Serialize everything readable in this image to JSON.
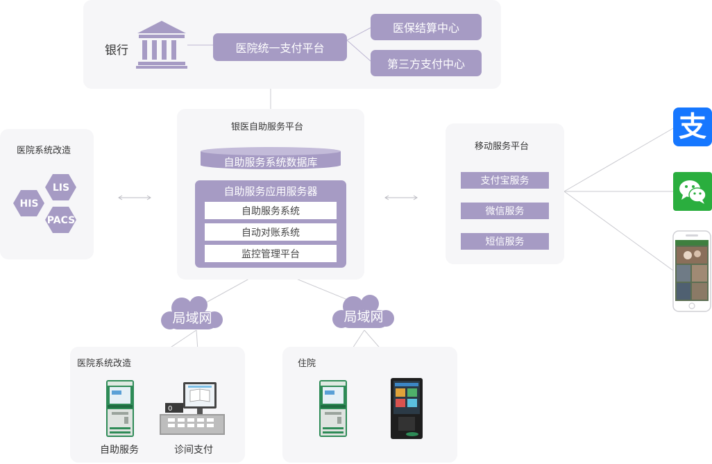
{
  "top": {
    "bank_label": "银行",
    "bank_icon": "bank-icon",
    "unified_platform": "医院统一支付平台",
    "insurance_center": "医保结算中心",
    "third_party_center": "第三方支付中心"
  },
  "center": {
    "title": "银医自助服务平台",
    "database": "自助服务系统数据库",
    "app_server": "自助服务应用服务器",
    "systems": [
      "自助服务系统",
      "自动对账系统",
      "监控管理平台"
    ]
  },
  "left": {
    "title": "医院系统改造",
    "hexes": [
      "LIS",
      "HIS",
      "PACS"
    ]
  },
  "mobile": {
    "title": "移动服务平台",
    "services": [
      "支付宝服务",
      "微信服务",
      "短信服务"
    ],
    "alipay_glyph": "支",
    "icons": [
      "alipay-icon",
      "wechat-icon",
      "phone-icon"
    ]
  },
  "clouds": {
    "left": "局域网",
    "right": "局域网"
  },
  "bottom_left": {
    "title": "医院系统改造",
    "items": [
      "自助服务",
      "诊间支付"
    ]
  },
  "bottom_right": {
    "title": "住院"
  },
  "colors": {
    "purple": "#a69bc4",
    "panel_bg": "#f6f6f8",
    "alipay_blue": "#1677ff",
    "wechat_green": "#2aae3e",
    "kiosk_green": "#2e8b57"
  }
}
